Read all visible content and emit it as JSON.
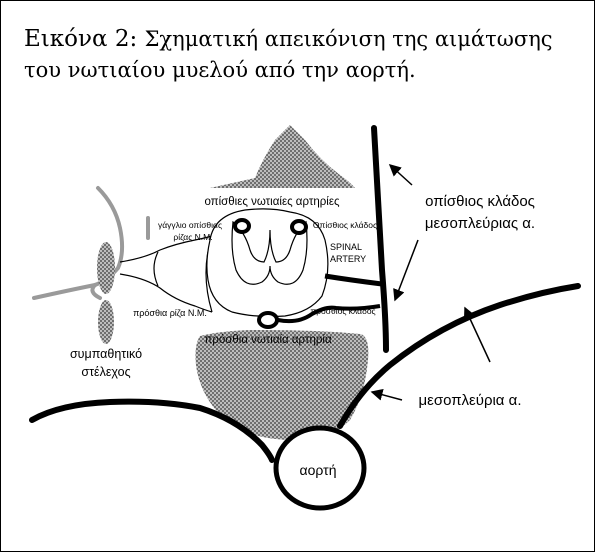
{
  "caption": {
    "figure_label": "Εικόνα 2:",
    "text": "Σχηματική απεικόνιση της αιμάτωσης του νωτιαίου μυελού από την αορτή."
  },
  "labels": {
    "posterior_spinal_arteries": "οπίσθιες νωτιαίες αρτηρίες",
    "dorsal_root_ganglion_line1": "γάγγλιο οπίσθιας",
    "dorsal_root_ganglion_line2": "ρίζας Ν.Μ.",
    "posterior_branch_small": "Οπίσθιος κλάδος",
    "spinal_artery_line1": "SPINAL",
    "spinal_artery_line2": "ARTERY",
    "posterior_branch_intercostal_line1": "οπίσθιος κλάδος",
    "posterior_branch_intercostal_line2": "μεσοπλεύριας α.",
    "anterior_root": "πρόσθια ρίζα Ν.Μ.",
    "anterior_branch": "πρόσθιος κλάδος",
    "anterior_spinal_artery": "πρόσθια νωτιαία αρτηρία",
    "sympathetic_trunk_line1": "συμπαθητικό",
    "sympathetic_trunk_line2": "στέλεχος",
    "intercostal_artery": "μεσοπλεύρια α.",
    "aorta": "αορτή"
  },
  "colors": {
    "line": "#000000",
    "hatch": "#8c8c8c",
    "nerve_gray": "#9a9a9a"
  }
}
